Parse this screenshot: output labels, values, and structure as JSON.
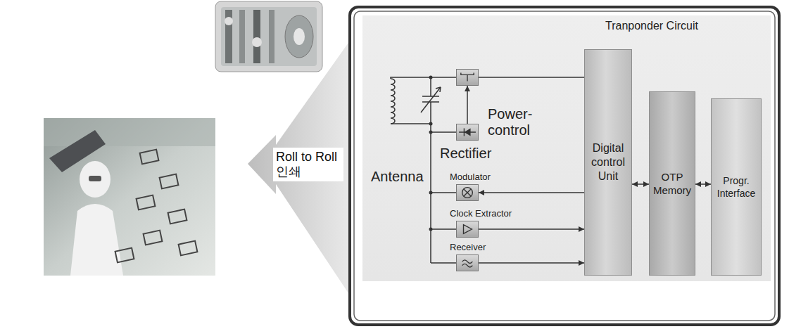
{
  "diagram": {
    "nodes": [
      {
        "text": [
          "Roll to Roll 인쇄"
        ]
      },
      {
        "text": [
          "Tranponder Circuit"
        ]
      },
      {
        "text": [
          "Power- control"
        ],
        "in": 1
      },
      {
        "text": [
          "Rectifier"
        ],
        "in": 1
      },
      {
        "text": [
          "Digital control Unit"
        ],
        "in": 1
      },
      {
        "text": [
          "OTP Memory"
        ],
        "in": 1
      },
      {
        "text": [
          "Progr. Interface"
        ],
        "in": 1
      },
      {
        "text": [
          "Modulator"
        ],
        "in": 1
      },
      {
        "text": [
          "Clock Extractor"
        ],
        "in": 1
      },
      {
        "text": [
          "Receiver"
        ],
        "in": 1
      }
    ],
    "edges": [
      {
        "from": 3,
        "to": 2,
        "arrow": "to"
      },
      {
        "from": 2,
        "to": 4,
        "arrow": "none"
      },
      {
        "from": 4,
        "to": 7,
        "arrow": "to"
      },
      {
        "from": 8,
        "to": 4,
        "arrow": "to"
      },
      {
        "from": 9,
        "to": 4,
        "arrow": "to"
      },
      {
        "from": 4,
        "to": 5,
        "arrow": "both"
      },
      {
        "from": 5,
        "to": 6,
        "arrow": "both"
      }
    ],
    "labels": [
      "Antenna"
    ]
  }
}
